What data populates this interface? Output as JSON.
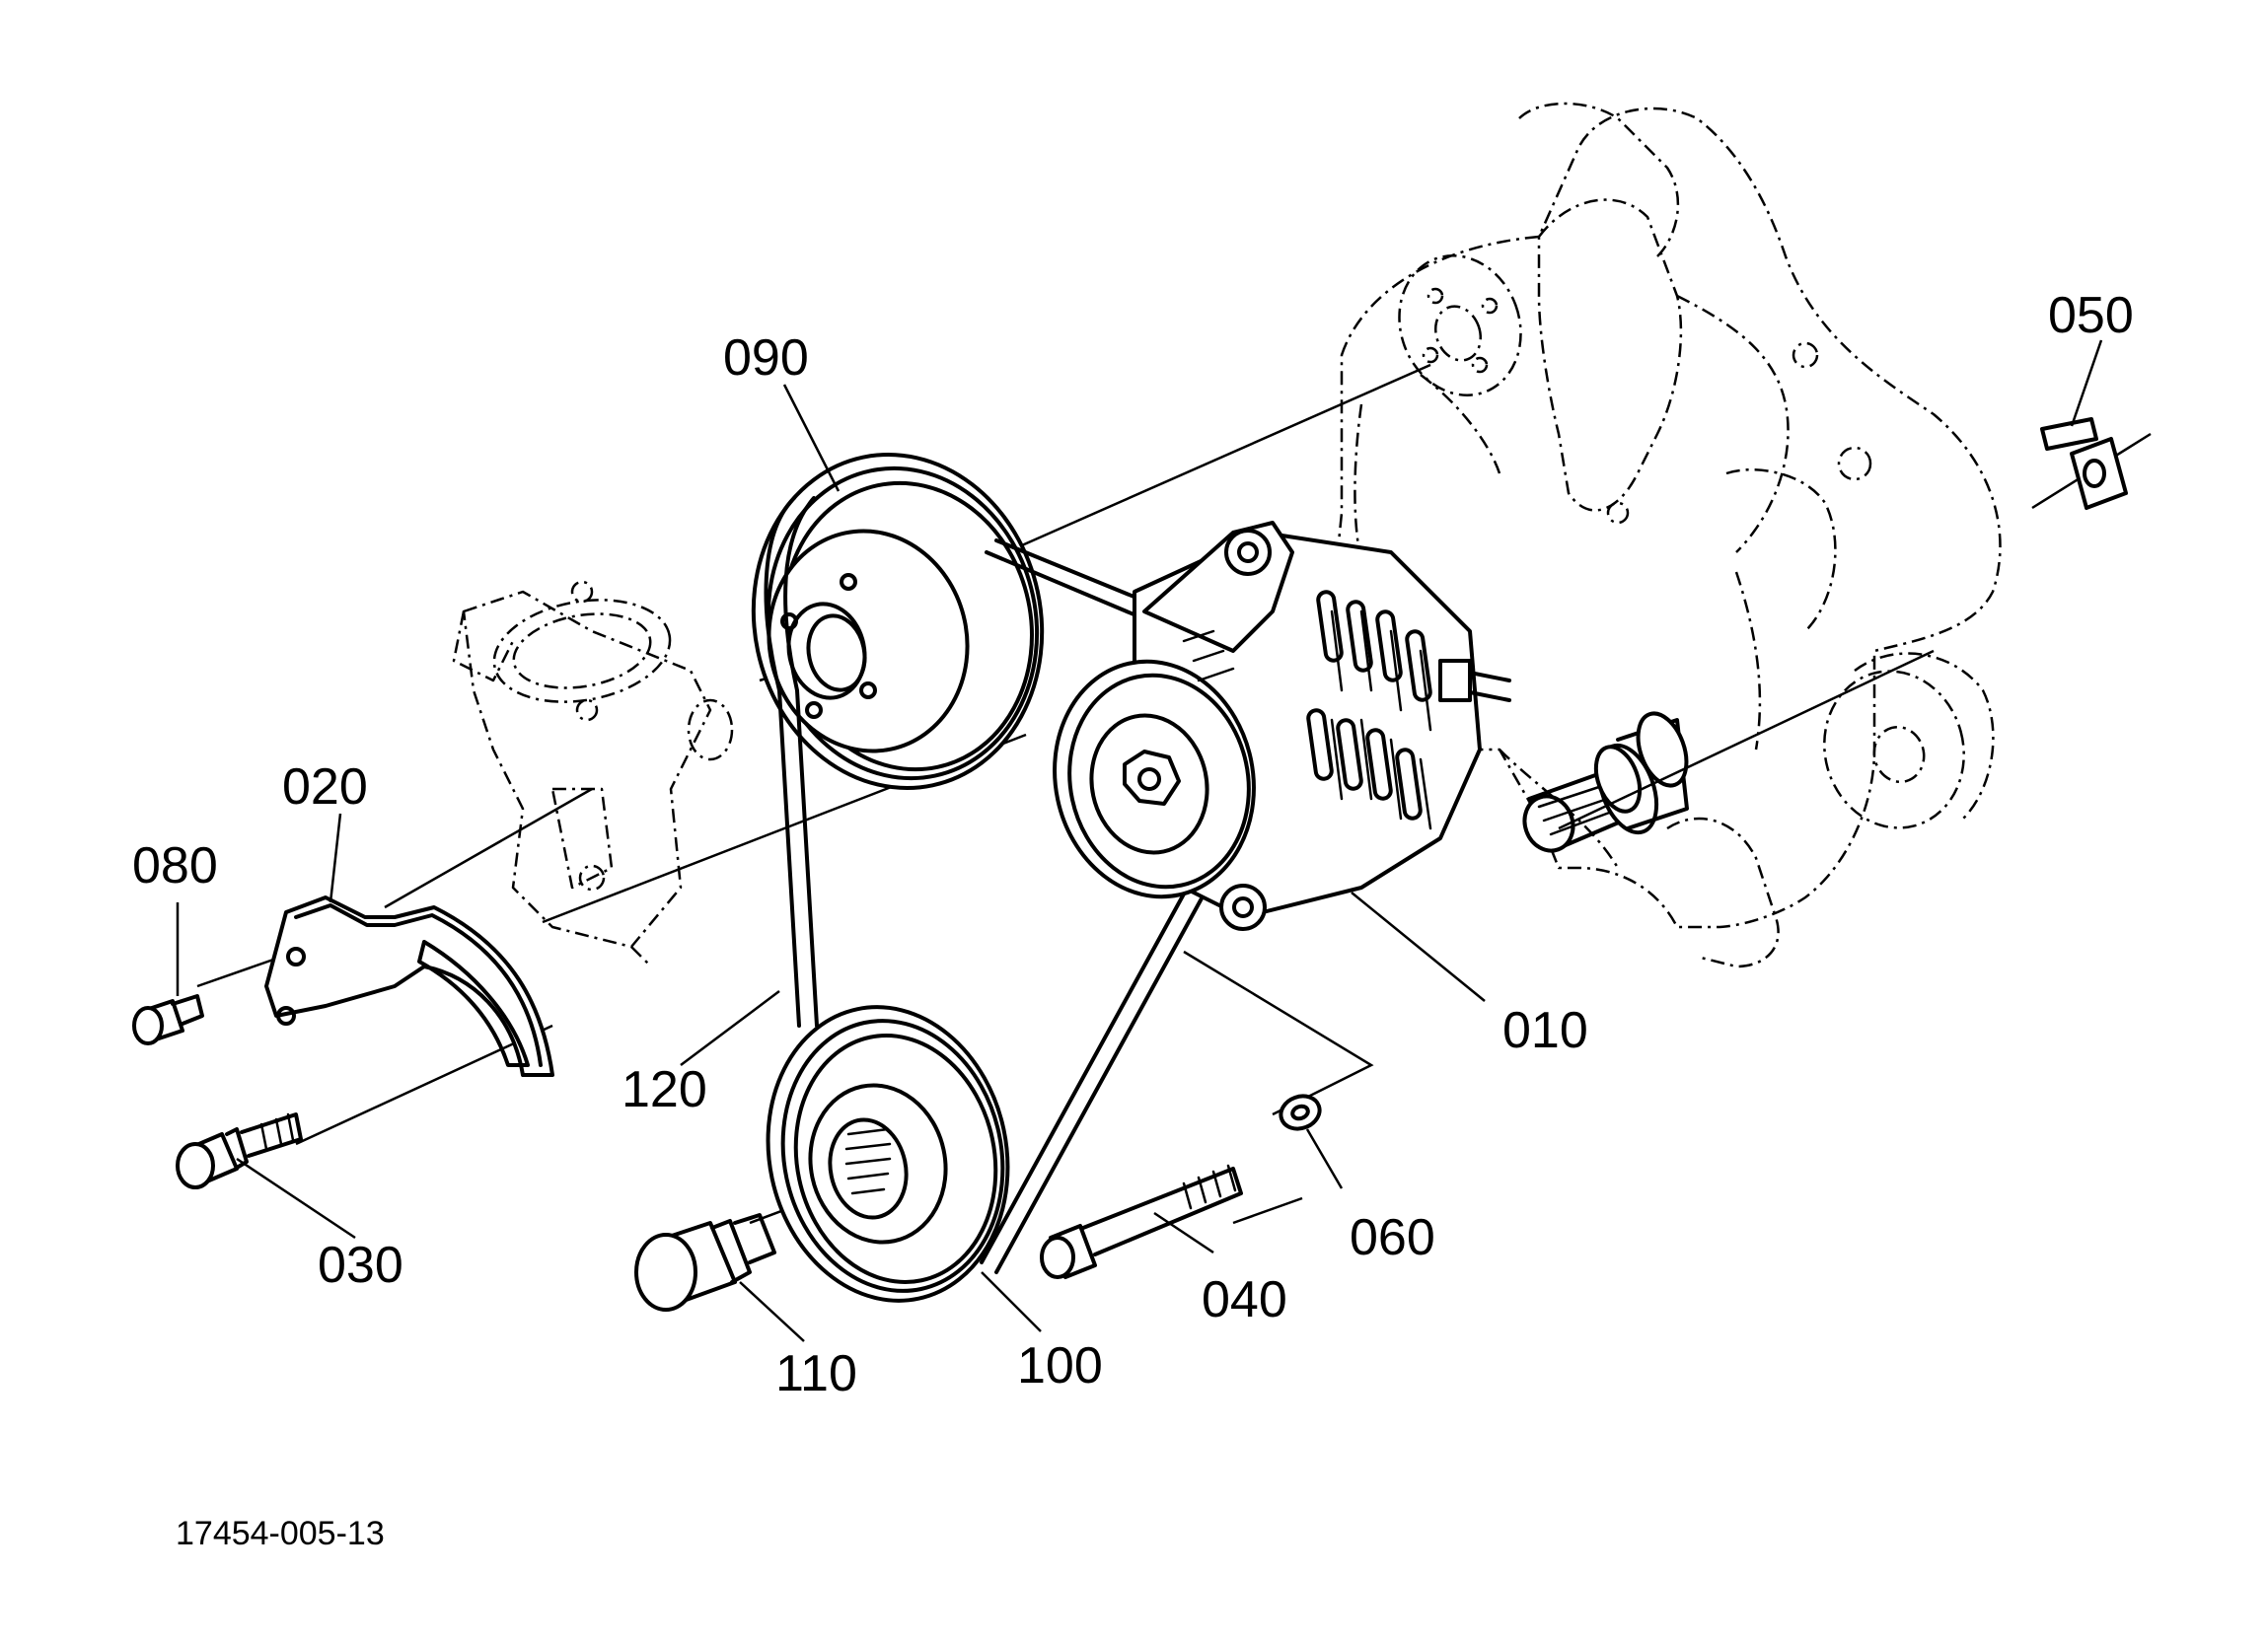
{
  "callouts": {
    "c010": "010",
    "c020": "020",
    "c030": "030",
    "c040": "040",
    "c050": "050",
    "c060": "060",
    "c080": "080",
    "c090": "090",
    "c100": "100",
    "c110": "110",
    "c120": "120"
  },
  "figure_id": "17454-005-13"
}
